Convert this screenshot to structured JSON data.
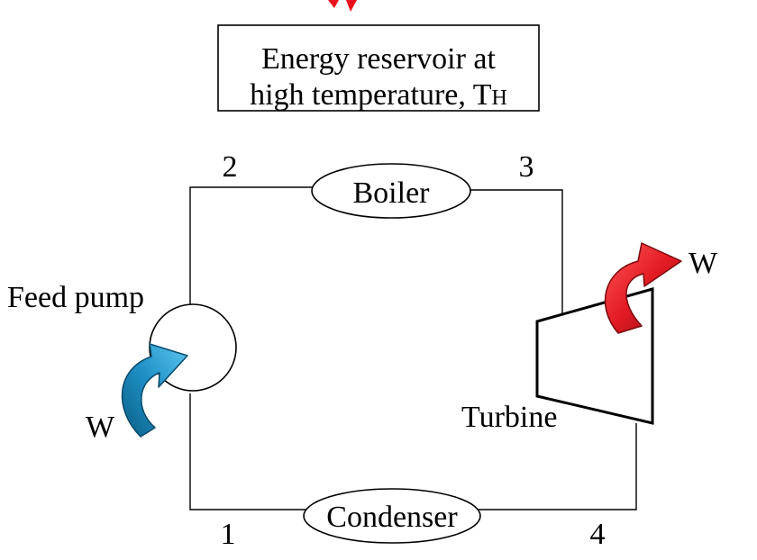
{
  "reservoir": {
    "line1": "Energy reservoir at",
    "line2_main": "high temperature, T",
    "line2_sub": "H"
  },
  "components": {
    "boiler": "Boiler",
    "condenser": "Condenser",
    "pump": "Feed pump",
    "turbine": "Turbine"
  },
  "states": {
    "s1": "1",
    "s2": "2",
    "s3": "3",
    "s4": "4"
  },
  "work": {
    "turbine_out": "W",
    "pump_in": "W"
  },
  "colors": {
    "turbine_work_arrow": "#e31b23",
    "pump_work_arrow": "#1e8fc6",
    "title_fragment": "#e8121c"
  }
}
